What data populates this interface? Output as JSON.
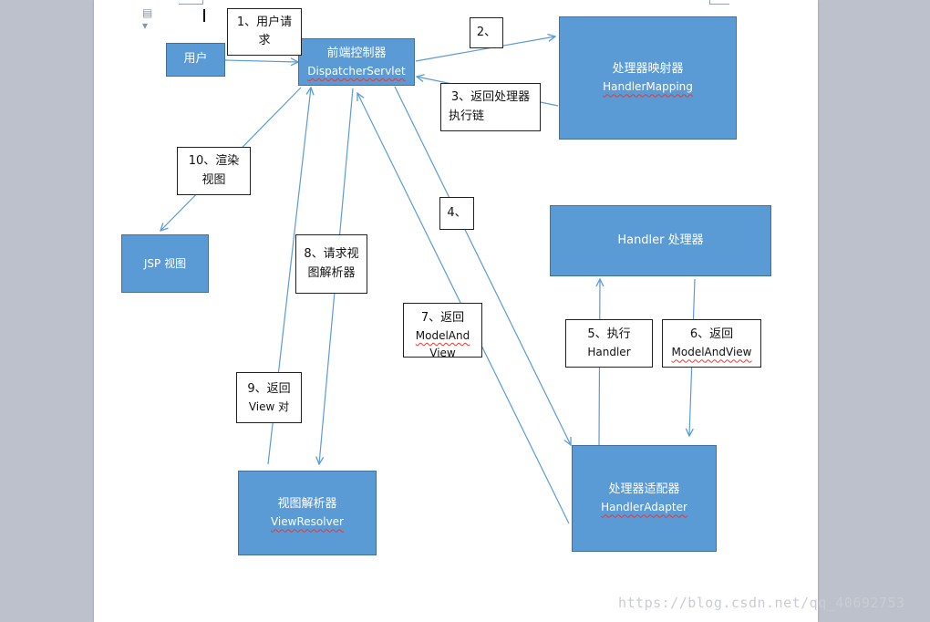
{
  "nodes": {
    "user": "用户",
    "dispatcher": {
      "cn": "前端控制器",
      "en": "DispatcherServlet"
    },
    "handler_mapping": {
      "cn": "处理器映射器",
      "en": "HandlerMapping"
    },
    "handler": "Handler 处理器",
    "jsp_view": "JSP 视图",
    "view_resolver": {
      "cn": "视图解析器",
      "en": "ViewResolver"
    },
    "handler_adapter": {
      "cn": "处理器适配器",
      "en": "HandlerAdapter"
    }
  },
  "steps": {
    "s1": {
      "line1": "1、用户请",
      "line2": "求"
    },
    "s2": "2、",
    "s3": {
      "line1": "3、返回处理器",
      "line2": "执行链"
    },
    "s4": "4、",
    "s5": {
      "line1": "5、执行",
      "line2": "Handler"
    },
    "s6": {
      "line1": "6、返回",
      "line2": "ModelAndView"
    },
    "s7": {
      "line1": "7、返回",
      "line2": "ModelAnd",
      "line3": "View"
    },
    "s8": {
      "line1": "8、请求视",
      "line2": "图解析器"
    },
    "s9": {
      "line1": "9、返回",
      "line2": "View 对"
    },
    "s10": {
      "line1": "10、渲染",
      "line2": "视图"
    }
  },
  "watermark": "https://blog.csdn.net/qq_40692753",
  "colors": {
    "box": "#5b9bd5",
    "arrow": "#5b9bd5",
    "spellcheck": "#e53935"
  }
}
